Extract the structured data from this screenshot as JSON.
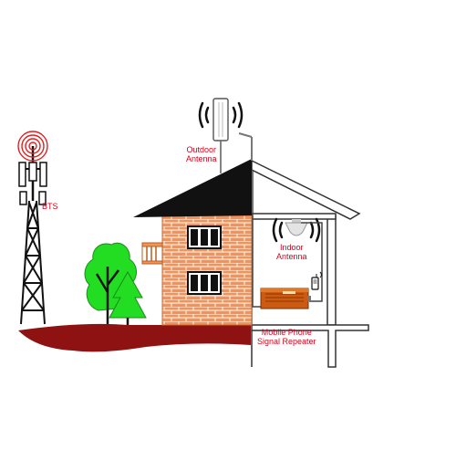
{
  "labels": {
    "bts": "BTS",
    "outdoor_antenna": [
      "Outdoor",
      "Antenna"
    ],
    "indoor_antenna": [
      "Indoor",
      "Antenna"
    ],
    "repeater": [
      "Mobile Phone",
      "Signal Repeater"
    ]
  },
  "colors": {
    "label_red": "#d6001c",
    "ground": "#8e1212",
    "brick": "#f2935a",
    "roof": "#111111",
    "tree_green": "#22dd22",
    "repeater_orange": "#cc5a10"
  }
}
